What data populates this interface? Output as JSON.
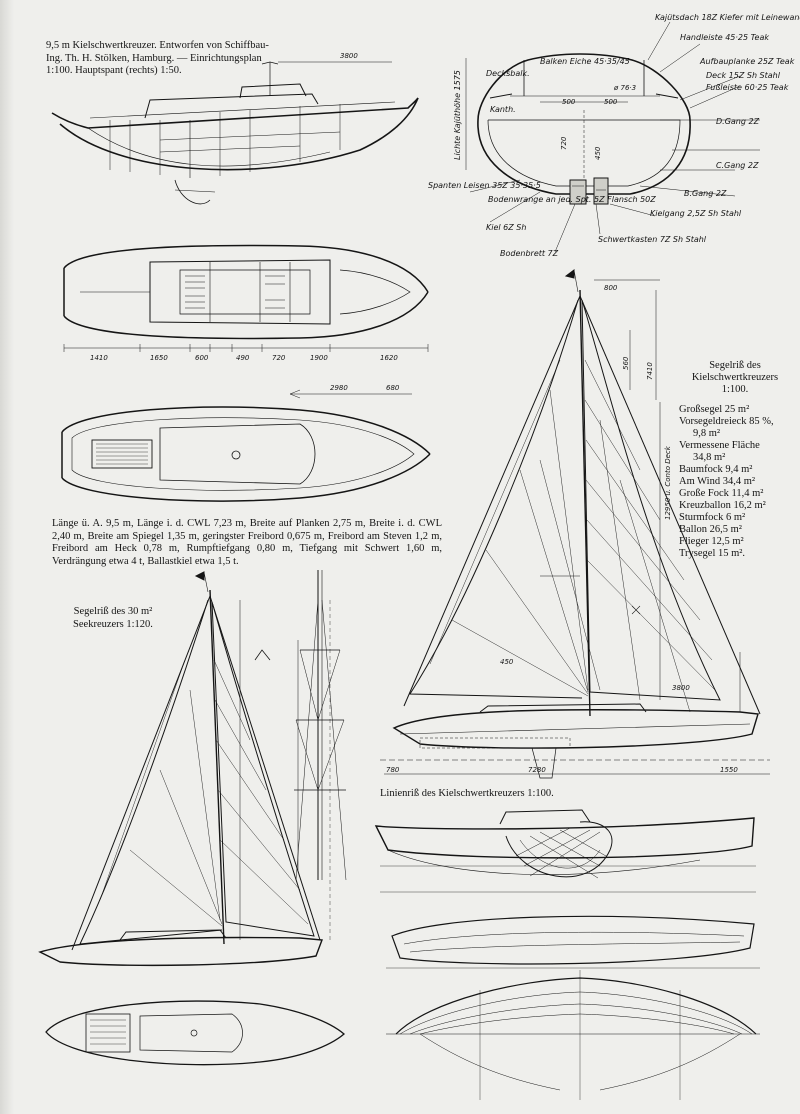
{
  "captions": {
    "title": "9,5 m Kielschwertkreuzer. Entworfen von Schiffbau-Ing. Th. H. Stölken, Hamburg. — Einrichtungsplan 1:100. Hauptspant (rechts) 1:50.",
    "dimensions": "Länge ü. A. 9,5 m, Länge i. d. CWL 7,23 m, Breite auf Planken 2,75 m, Breite i. d. CWL 2,40 m, Breite am Spiegel 1,35 m, geringster Freibord 0,675 m, Freibord am Steven 1,2 m, Freibord am Heck 0,78 m, Rumpftiefgang 0,80 m, Tiefgang mit Schwert 1,60 m, Verdrängung etwa 4 t, Ballastkiel etwa 1,5 t.",
    "seekreuzer": "Segelriß des 30 m² Seekreuzers 1:120.",
    "linienriss": "Linienriß des Kielschwertkreuzers 1:100."
  },
  "sail_plan": {
    "title": "Segelriß des Kielschwertkreuzers 1:100.",
    "items": [
      {
        "text": "Großsegel 25 m²",
        "indent": false
      },
      {
        "text": "Vorsegeldreieck 85 %,",
        "indent": false
      },
      {
        "text": "9,8 m²",
        "indent": true
      },
      {
        "text": "Vermessene Fläche",
        "indent": false
      },
      {
        "text": "34,8 m²",
        "indent": true
      },
      {
        "text": "Baumfock 9,4 m²",
        "indent": false
      },
      {
        "text": "Am Wind 34,4 m²",
        "indent": false
      },
      {
        "text": "Große Fock 11,4 m²",
        "indent": false
      },
      {
        "text": "Kreuzballon 16,2 m²",
        "indent": false
      },
      {
        "text": "Sturmfock 6 m²",
        "indent": false
      },
      {
        "text": "Ballon 26,5 m²",
        "indent": false
      },
      {
        "text": "Flieger 12,5 m²",
        "indent": false
      },
      {
        "text": "Trysegel 15 m².",
        "indent": false
      }
    ]
  },
  "section_labels": {
    "kajuetsdach": "Kajütsdach 18Z Kiefer mit Leinewand",
    "handleiste": "Handleiste 45·25 Teak",
    "aufbauplanke": "Aufbauplanke 25Z Teak",
    "deck": "Deck 15Z Sh Stahl",
    "fussleiste": "Fußleiste 60·25 Teak",
    "dgang": "D.Gang 2Z",
    "cgang": "C.Gang 2Z",
    "bgang": "B.Gang 2Z",
    "kielgang": "Kielgang 2,5Z Sh Stahl",
    "schwertkasten": "Schwertkasten 7Z Sh Stahl",
    "bodenbrett": "Bodenbrett 7Z",
    "kiel": "Kiel 6Z Sh",
    "bodenwrange": "Bodenwrange an jed. Spt. 5Z Flansch 50Z",
    "spanten": "Spanten Leisen 35Z 35·35·5",
    "balken": "Balken Eiche 45·35/45",
    "decksbalk": "Decksbalk.",
    "kanth": "Kanth.",
    "lichte": "Lichte Kajüthöhe 1575",
    "d500a": "500",
    "d500b": "500",
    "d763": "ø 76·3",
    "d720": "720",
    "d450": "450"
  },
  "plan_dims": {
    "d3800": "3800",
    "d2980": "2980",
    "d680": "680",
    "d1410": "1410",
    "d1650": "1650",
    "d600": "600",
    "d490": "490",
    "d720": "720",
    "d1900": "1900",
    "d1620": "1620"
  },
  "rig_dims": {
    "d800": "800",
    "d7410": "7410",
    "d560": "560",
    "d780": "780",
    "d7280": "7280",
    "d1550": "1550",
    "d3800": "3800",
    "d450": "450",
    "d12950": "12950 ü. Conto Deck"
  },
  "colors": {
    "ink": "#151515",
    "paper": "#efefec",
    "gray": "#6a6a66"
  }
}
